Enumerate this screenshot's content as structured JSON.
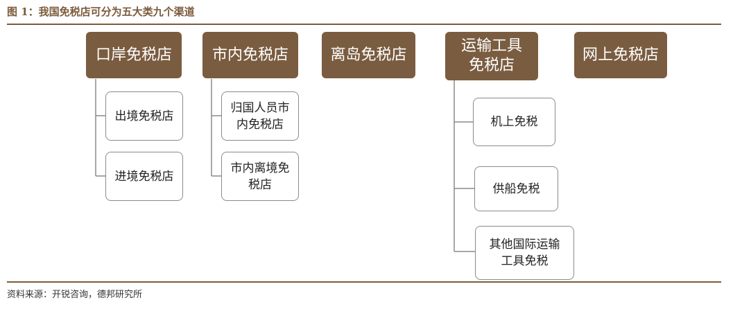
{
  "title": "图 1：我国免税店可分为五大类九个渠道",
  "source": "资料来源：开锐咨询，德邦研究所",
  "categories": [
    {
      "label": "口岸免税店",
      "children": [
        "出境免税店",
        "进境免税店"
      ]
    },
    {
      "label": "市内免税店",
      "children": [
        "归国人员市内免税店",
        "市内离境免税店"
      ]
    },
    {
      "label": "离岛免税店",
      "children": []
    },
    {
      "label": "运输工具免税店",
      "children": [
        "机上免税",
        "供船免税",
        "其他国际运输工具免税"
      ]
    },
    {
      "label": "网上免税店",
      "children": []
    }
  ],
  "colors": {
    "category_fill": "#7a5c40",
    "accent": "#7b5a3a",
    "box_border": "#8a8a8a"
  }
}
